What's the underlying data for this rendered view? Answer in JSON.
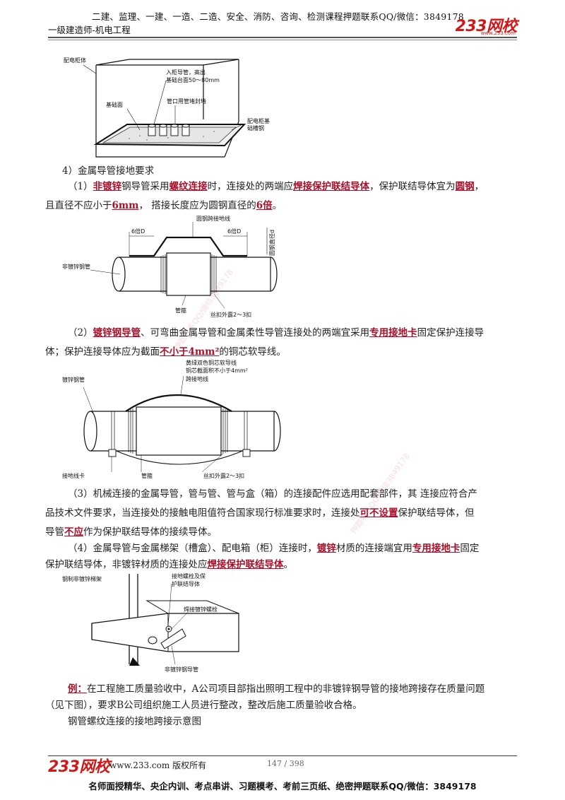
{
  "header": {
    "line1": "二建、监理、一建、一造、二造、安全、消防、咨询、检测课程押题联系QQ/微信：3849178",
    "line2": "一级建造师-机电工程",
    "logo": "233网校",
    "logo_sub": "www.233.com"
  },
  "figure1": {
    "label_cabinet": "配电柜体",
    "label_conduit": "入柜导管，高出",
    "label_height": "基础台面50～80mm",
    "label_base": "基础面",
    "label_seal": "管口用管堵封堵",
    "label_channel1": "配电柜基",
    "label_channel2": "础槽钢"
  },
  "section": {
    "title": "4）金属导管接地要求"
  },
  "p1": {
    "a": "（1）",
    "b": "非镀锌",
    "c": "钢导管采用",
    "d": "螺纹连接",
    "e": "时，连接处的两端应",
    "f": "焊接保护联结导体",
    "g": "，保护联结导体宜为",
    "h": "圆钢",
    "i": "，",
    "j": "且直径不应小于",
    "k": "6mm",
    "l": "，  搭接长度应为圆钢直径的",
    "m": "6倍",
    "n": "。"
  },
  "figure2": {
    "label_6d_left": "6倍D",
    "label_round_steel": "圆钢跨接地线",
    "label_6d_right": "6倍D",
    "label_dia": "圆钢直径d",
    "label_pipe": "非镀锌钢管",
    "label_coupling": "管箍",
    "label_thread": "丝扣外露2～3扣"
  },
  "p2": {
    "a": "（2）",
    "b": "镀锌钢导管",
    "c": "、可弯曲金属导管和金属柔性导管连接处的两端宜采用",
    "d": "专用接地卡",
    "e": "固定保护连接导",
    "f": "体；保护连接导体应为截面",
    "g": "不小于4mm²",
    "h": "的铜芯软导线。"
  },
  "figure3": {
    "label_wire1": "黄绿双色铜芯软导线",
    "label_wire2": "铜芯截面积不小于4mm²",
    "label_jumper": "跨接地线",
    "label_pipe": "镀锌钢管",
    "label_clamp": "接地线卡",
    "label_coupling": "管箍",
    "label_thread": "丝扣外露2～3扣"
  },
  "p3": {
    "a": "（3）机械连接的金属导管，管与管、管与盒（箱）的连接配件应选用配套部件，其 连接应符合产",
    "b": "品技术文件要求，当连接处的接触电阻值符合国家现行标准要求时，连接处",
    "c": "可不设置",
    "d": "保护联结导体，但",
    "e": "导管",
    "f": "不应",
    "g": "作为保护联结导体的接续导体。"
  },
  "p4": {
    "a": "（4）金属导管与金属梯架（槽盒）、配电箱（柜）连接时，",
    "b": "镀锌",
    "c": "材质的连接端宜用",
    "d": "专用接地卡",
    "e": "固定",
    "f": "保护联结导体，非镀锌材质的连接处应",
    "g": "焊接保护联结导体",
    "h": "。"
  },
  "figure4": {
    "label_tray": "钢制非镀锌梯架",
    "label_bolt1": "接地螺栓及保",
    "label_bolt2": "护联结导体",
    "label_weld": "焊接镀锌螺栓",
    "label_pipe": "非镀锌钢导管"
  },
  "example": {
    "tag": "例：",
    "a": "在工程施工质量验收中，A公司项目部指出照明工程中的非镀锌钢导管的接地跨接存在质量问题",
    "b": "（见下图），要求B公司组织施工人员进行整改，整改后施工质量验收合格。",
    "c": "钢管螺纹连接的接地跨接示意图"
  },
  "watermark": "押题联系QQ/微信3849178",
  "footer": {
    "logo": "233网校",
    "url": "www.233.com 版权所有",
    "page": "147 / 398",
    "line": "名师面授精华、央企内训、考点串讲、习题模考、考前三页纸、绝密押题联系QQ/微信：3849178"
  },
  "colors": {
    "accent": "#a8102a",
    "logo": "#d01818"
  }
}
